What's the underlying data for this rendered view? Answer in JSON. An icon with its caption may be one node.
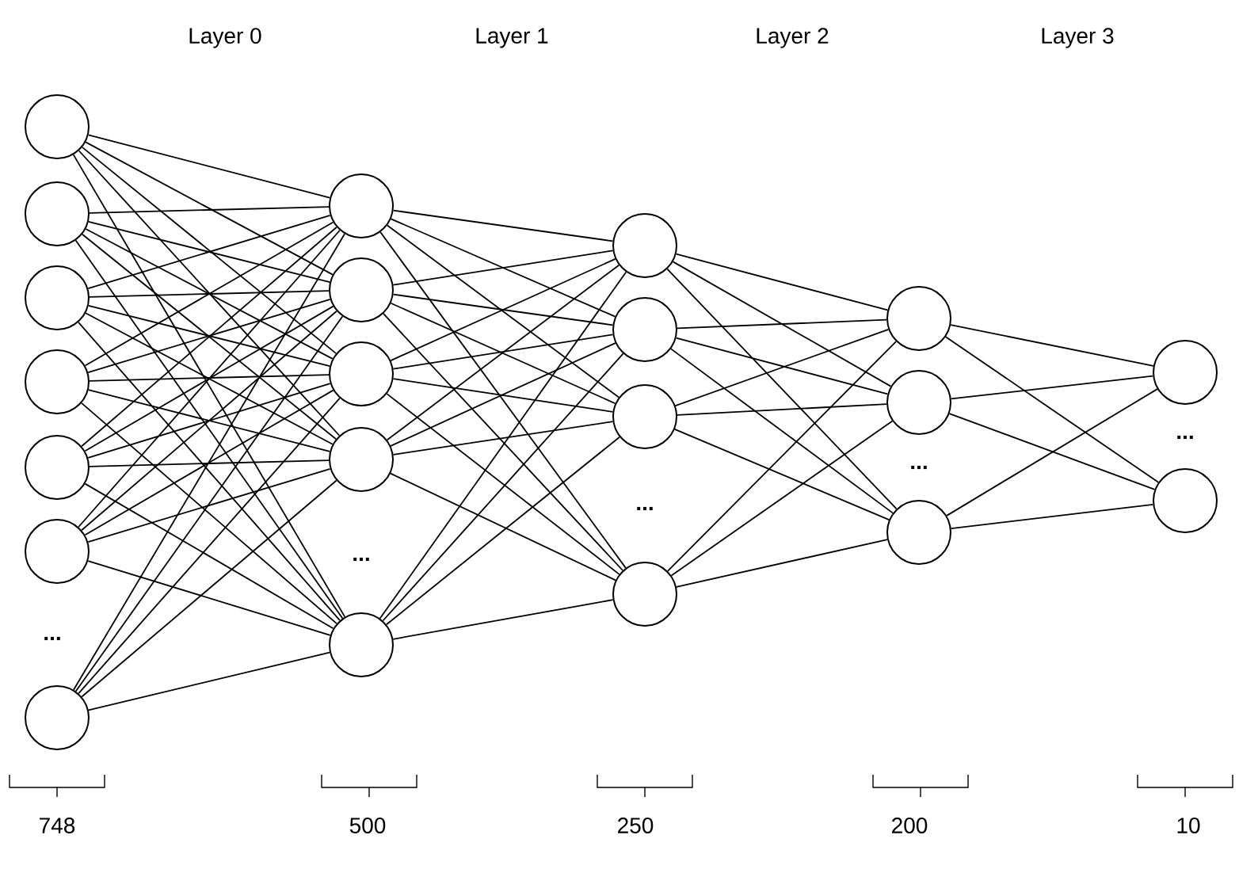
{
  "diagram": {
    "nodes": [
      {
        "text": [],
        "shape": "circle"
      },
      {
        "text": [],
        "shape": "circle"
      },
      {
        "text": [],
        "shape": "circle"
      },
      {
        "text": [],
        "shape": "circle"
      },
      {
        "text": [],
        "shape": "circle"
      },
      {
        "text": [],
        "shape": "circle"
      },
      {
        "text": [],
        "shape": "circle"
      },
      {
        "text": [],
        "shape": "circle"
      },
      {
        "text": [],
        "shape": "circle"
      },
      {
        "text": [],
        "shape": "circle"
      },
      {
        "text": [],
        "shape": "circle"
      },
      {
        "text": [],
        "shape": "circle"
      },
      {
        "text": [],
        "shape": "circle"
      },
      {
        "text": [],
        "shape": "circle"
      },
      {
        "text": [],
        "shape": "circle"
      },
      {
        "text": [],
        "shape": "circle"
      },
      {
        "text": [],
        "shape": "circle"
      },
      {
        "text": [],
        "shape": "circle"
      },
      {
        "text": [],
        "shape": "circle"
      },
      {
        "text": [],
        "shape": "circle"
      },
      {
        "text": [],
        "shape": "circle"
      }
    ],
    "edges": [
      {
        "from": 0,
        "to": 7,
        "arrow": "none"
      },
      {
        "from": 0,
        "to": 8,
        "arrow": "none"
      },
      {
        "from": 0,
        "to": 9,
        "arrow": "none"
      },
      {
        "from": 0,
        "to": 10,
        "arrow": "none"
      },
      {
        "from": 0,
        "to": 11,
        "arrow": "none"
      },
      {
        "from": 1,
        "to": 7,
        "arrow": "none"
      },
      {
        "from": 1,
        "to": 8,
        "arrow": "none"
      },
      {
        "from": 1,
        "to": 9,
        "arrow": "none"
      },
      {
        "from": 1,
        "to": 10,
        "arrow": "none"
      },
      {
        "from": 1,
        "to": 11,
        "arrow": "none"
      },
      {
        "from": 2,
        "to": 7,
        "arrow": "none"
      },
      {
        "from": 2,
        "to": 8,
        "arrow": "none"
      },
      {
        "from": 2,
        "to": 9,
        "arrow": "none"
      },
      {
        "from": 2,
        "to": 10,
        "arrow": "none"
      },
      {
        "from": 2,
        "to": 11,
        "arrow": "none"
      },
      {
        "from": 3,
        "to": 7,
        "arrow": "none"
      },
      {
        "from": 3,
        "to": 8,
        "arrow": "none"
      },
      {
        "from": 3,
        "to": 9,
        "arrow": "none"
      },
      {
        "from": 3,
        "to": 10,
        "arrow": "none"
      },
      {
        "from": 3,
        "to": 11,
        "arrow": "none"
      },
      {
        "from": 4,
        "to": 7,
        "arrow": "none"
      },
      {
        "from": 4,
        "to": 8,
        "arrow": "none"
      },
      {
        "from": 4,
        "to": 9,
        "arrow": "none"
      },
      {
        "from": 4,
        "to": 10,
        "arrow": "none"
      },
      {
        "from": 4,
        "to": 11,
        "arrow": "none"
      },
      {
        "from": 5,
        "to": 7,
        "arrow": "none"
      },
      {
        "from": 5,
        "to": 8,
        "arrow": "none"
      },
      {
        "from": 5,
        "to": 9,
        "arrow": "none"
      },
      {
        "from": 5,
        "to": 10,
        "arrow": "none"
      },
      {
        "from": 5,
        "to": 11,
        "arrow": "none"
      },
      {
        "from": 6,
        "to": 7,
        "arrow": "none"
      },
      {
        "from": 6,
        "to": 8,
        "arrow": "none"
      },
      {
        "from": 6,
        "to": 9,
        "arrow": "none"
      },
      {
        "from": 6,
        "to": 10,
        "arrow": "none"
      },
      {
        "from": 6,
        "to": 11,
        "arrow": "none"
      },
      {
        "from": 7,
        "to": 12,
        "arrow": "none"
      },
      {
        "from": 7,
        "to": 13,
        "arrow": "none"
      },
      {
        "from": 7,
        "to": 14,
        "arrow": "none"
      },
      {
        "from": 7,
        "to": 15,
        "arrow": "none"
      },
      {
        "from": 8,
        "to": 12,
        "arrow": "none"
      },
      {
        "from": 8,
        "to": 13,
        "arrow": "none"
      },
      {
        "from": 8,
        "to": 14,
        "arrow": "none"
      },
      {
        "from": 8,
        "to": 15,
        "arrow": "none"
      },
      {
        "from": 9,
        "to": 12,
        "arrow": "none"
      },
      {
        "from": 9,
        "to": 13,
        "arrow": "none"
      },
      {
        "from": 9,
        "to": 14,
        "arrow": "none"
      },
      {
        "from": 9,
        "to": 15,
        "arrow": "none"
      },
      {
        "from": 10,
        "to": 12,
        "arrow": "none"
      },
      {
        "from": 10,
        "to": 13,
        "arrow": "none"
      },
      {
        "from": 10,
        "to": 14,
        "arrow": "none"
      },
      {
        "from": 10,
        "to": 15,
        "arrow": "none"
      },
      {
        "from": 11,
        "to": 12,
        "arrow": "none"
      },
      {
        "from": 11,
        "to": 13,
        "arrow": "none"
      },
      {
        "from": 11,
        "to": 14,
        "arrow": "none"
      },
      {
        "from": 11,
        "to": 15,
        "arrow": "none"
      },
      {
        "from": 12,
        "to": 16,
        "arrow": "none"
      },
      {
        "from": 12,
        "to": 17,
        "arrow": "none"
      },
      {
        "from": 12,
        "to": 18,
        "arrow": "none"
      },
      {
        "from": 13,
        "to": 16,
        "arrow": "none"
      },
      {
        "from": 13,
        "to": 17,
        "arrow": "none"
      },
      {
        "from": 13,
        "to": 18,
        "arrow": "none"
      },
      {
        "from": 14,
        "to": 16,
        "arrow": "none"
      },
      {
        "from": 14,
        "to": 17,
        "arrow": "none"
      },
      {
        "from": 14,
        "to": 18,
        "arrow": "none"
      },
      {
        "from": 15,
        "to": 16,
        "arrow": "none"
      },
      {
        "from": 15,
        "to": 17,
        "arrow": "none"
      },
      {
        "from": 15,
        "to": 18,
        "arrow": "none"
      },
      {
        "from": 16,
        "to": 19,
        "arrow": "none"
      },
      {
        "from": 16,
        "to": 20,
        "arrow": "none"
      },
      {
        "from": 17,
        "to": 19,
        "arrow": "none"
      },
      {
        "from": 17,
        "to": 20,
        "arrow": "none"
      },
      {
        "from": 18,
        "to": 19,
        "arrow": "none"
      },
      {
        "from": 18,
        "to": 20,
        "arrow": "none"
      }
    ],
    "labels": [
      "Layer 0",
      "Layer 1",
      "Layer 2",
      "Layer 3",
      "...",
      "...",
      "...",
      "...",
      "...",
      "748",
      "500",
      "250",
      "200",
      "10"
    ]
  }
}
